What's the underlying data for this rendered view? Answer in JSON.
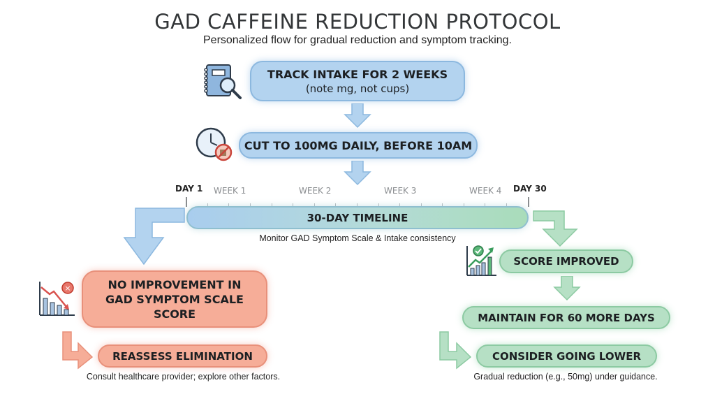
{
  "header": {
    "title": "GAD CAFFEINE REDUCTION PROTOCOL",
    "subtitle": "Personalized flow for gradual reduction and symptom tracking."
  },
  "steps": {
    "track": {
      "label": "TRACK INTAKE FOR 2 WEEKS",
      "sub": "(note mg, not cups)",
      "icon": "notebook-magnifier-icon"
    },
    "cut": {
      "label": "CUT TO 100MG DAILY, BEFORE 10AM",
      "icon": "clock-no-coffee-icon"
    }
  },
  "timeline": {
    "label": "30-DAY TIMELINE",
    "start": "DAY 1",
    "end": "DAY 30",
    "weeks": [
      "WEEK 1",
      "WEEK 2",
      "WEEK 3",
      "WEEK 4"
    ],
    "note": "Monitor GAD Symptom Scale & Intake consistency"
  },
  "no_improvement": {
    "label": "NO IMPROVEMENT IN GAD SYMPTOM SCALE SCORE",
    "line1": "NO IMPROVEMENT IN",
    "line2": "GAD SYMPTOM SCALE",
    "line3": "SCORE",
    "next": "REASSESS ELIMINATION",
    "note": "Consult healthcare provider; explore other factors.",
    "icon": "declining-chart-icon"
  },
  "improved": {
    "label": "SCORE IMPROVED",
    "maintain": "MAINTAIN FOR 60 MORE DAYS",
    "next": "CONSIDER GOING LOWER",
    "note": "Gradual reduction (e.g., 50mg) under guidance.",
    "icon": "rising-chart-icon"
  },
  "colors": {
    "blue": "#b3d3ef",
    "green": "#b6e0c5",
    "red": "#f6ad98"
  }
}
